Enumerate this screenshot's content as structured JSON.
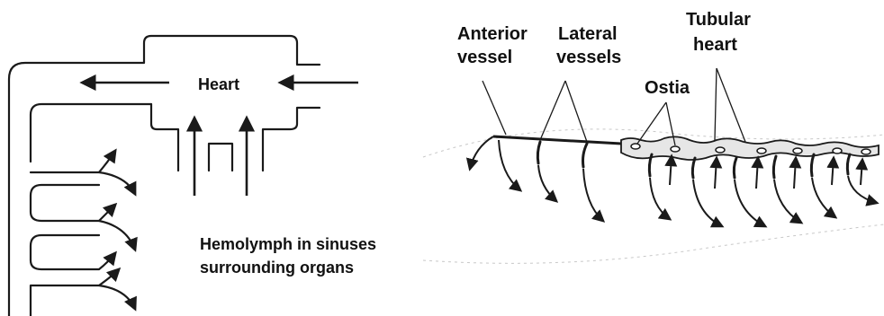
{
  "open_circulatory_panel": {
    "heart_label": "Heart",
    "hemolymph_label_line1": "Hemolymph in sinuses",
    "hemolymph_label_line2": "surrounding organs"
  },
  "insect_panel": {
    "anterior_vessel_line1": "Anterior",
    "anterior_vessel_line2": "vessel",
    "lateral_vessels_line1": "Lateral",
    "lateral_vessels_line2": "vessels",
    "ostia_label": "Ostia",
    "tubular_heart_line1": "Tubular",
    "tubular_heart_line2": "heart"
  },
  "colors": {
    "line": "#1a1a1a",
    "heart_fill": "#e6e6e6",
    "background": "#ffffff"
  }
}
